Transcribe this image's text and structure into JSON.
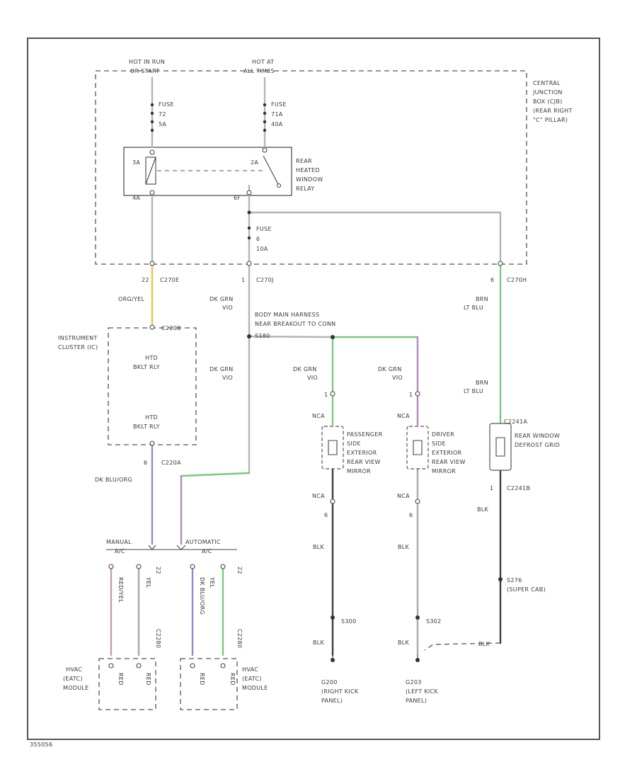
{
  "colors": {
    "gray": "#b4b4b4",
    "orange_yellow": "#f2c24a",
    "blue": "#8c8cd0",
    "green": "#7cc87c",
    "purple": "#b08cb8",
    "black": "#3c3c3c",
    "frame": "#555555"
  },
  "top": {
    "hot_run_l1": "HOT IN RUN",
    "hot_run_l2": "OR START",
    "hot_all_l1": "HOT AT",
    "hot_all_l2": "ALL TIMES"
  },
  "cjb": {
    "l1": "CENTRAL",
    "l2": "JUNCTION",
    "l3": "BOX (CJB)",
    "l4": "(REAR RIGHT",
    "l5": "\"C\" PILLAR)"
  },
  "fuses": {
    "f1_l1": "FUSE",
    "f1_l2": "72",
    "f1_l3": "5A",
    "f2_l1": "FUSE",
    "f2_l2": "71A",
    "f2_l3": "40A",
    "f3_l1": "FUSE",
    "f3_l2": "6",
    "f3_l3": "10A"
  },
  "relay": {
    "l1": "REAR",
    "l2": "HEATED",
    "l3": "WINDOW",
    "l4": "RELAY",
    "p_tl": "3A",
    "p_tr": "2A",
    "p_bl": "4A",
    "p_br": "6F"
  },
  "connectors": {
    "c1_pin": "22",
    "c1_name": "C270E",
    "c2_pin": "1",
    "c2_name": "C270J",
    "c3_pin": "6",
    "c3_name": "C270H",
    "c2204": "C220A",
    "c2204_pin": "6",
    "c2241a": "C2241A",
    "c2241b": "C2241B",
    "c2241b_pin": "1",
    "c2280": "C2280"
  },
  "wires": {
    "org_yel": "ORG/YEL",
    "dk_grn_1a": "DK GRN",
    "dk_grn_1b": "VIO",
    "dk_grn_2a": "DK GRN",
    "dk_grn_2b": "VIO",
    "dk_grn_3a": "DK GRN",
    "dk_grn_3b": "VIO",
    "dk_grn_4a": "DK GRN",
    "dk_grn_4b": "VIO",
    "brn_1a": "BRN",
    "brn_1b": "LT BLU",
    "brn_2a": "BRN",
    "brn_2b": "LT BLU",
    "dk_blu_org": "DK BLU/ORG",
    "blk_1": "BLK",
    "blk_2": "BLK",
    "blk_3": "BLK",
    "blk_4": "BLK",
    "blk_5": "BLK",
    "blk_6": "BLK",
    "nca_1": "NCA",
    "nca_2": "NCA",
    "nca_3": "NCA",
    "nca_4": "NCA",
    "pin_6a": "6",
    "pin_6b": "6"
  },
  "body_harness": {
    "l1": "BODY MAIN HARNESS",
    "l2": "NEAR BREAKOUT TO CONN",
    "splice": "S180"
  },
  "ic": {
    "l1": "INSTRUMENT",
    "l2": "CLUSTER (IC)",
    "conn": "C220B",
    "in_l1": "HTD",
    "in_l2": "BKLT RLY",
    "out_l1": "HTD",
    "out_l2": "BKLT RLY"
  },
  "mirrors": {
    "pass_l1": "PASSENGER",
    "pass_l2": "SIDE",
    "pass_l3": "EXTERIOR",
    "pass_l4": "REAR VIEW",
    "pass_l5": "MIRROR",
    "drv_l1": "DRIVER",
    "drv_l2": "SIDE",
    "drv_l3": "EXTERIOR",
    "drv_l4": "REAR VIEW",
    "drv_l5": "MIRROR",
    "top_pin_a": "1",
    "top_pin_b": "1"
  },
  "defrost": {
    "l1": "REAR WINDOW",
    "l2": "DEFROST GRID"
  },
  "hvac": {
    "manual_l1": "MANUAL",
    "manual_l2": "A/C",
    "auto_l1": "AUTOMATIC",
    "auto_l2": "A/C",
    "m_w1": "RED/YEL",
    "m_w2": "YEL",
    "m_pin": "22",
    "a_w1": "DK BLU/ORG",
    "a_w2": "YEL",
    "a_pin": "22",
    "m_conn": "C2280",
    "a_conn": "C2280",
    "m_p1": "RED",
    "m_p2": "RED",
    "a_p1": "RED",
    "a_p2": "RED",
    "hm_l1": "HVAC",
    "hm_l2": "(EATC)",
    "hm_l3": "MODULE",
    "ha_l1": "HVAC",
    "ha_l2": "(EATC)",
    "ha_l3": "MODULE"
  },
  "grounds": {
    "s300": "S300",
    "s302": "S302",
    "s276_l1": "S276",
    "s276_l2": "(SUPER CAB)",
    "g200_l1": "G200",
    "g200_l2": "(RIGHT KICK",
    "g200_l3": "PANEL)",
    "g203_l1": "G203",
    "g203_l2": "(LEFT KICK",
    "g203_l3": "PANEL)"
  },
  "footer": {
    "code": "355056"
  }
}
